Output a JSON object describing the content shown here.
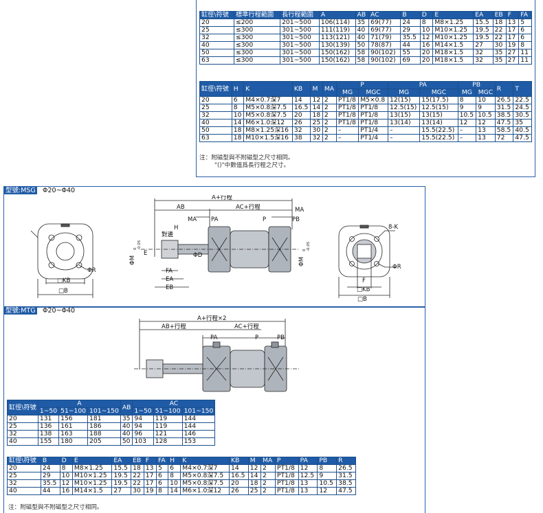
{
  "top_table1": {
    "headers": [
      "缸徑\\符號",
      "標準行程範圍",
      "長行程範圍",
      "A",
      "AB",
      "AC",
      "B",
      "D",
      "E",
      "EA",
      "EB",
      "F",
      "FA"
    ],
    "rows": [
      [
        "20",
        "≤200",
        "201~500",
        "106(114)",
        "35",
        "69(77)",
        "24",
        "8",
        "M8×1.25",
        "15.5",
        "18",
        "13",
        "5"
      ],
      [
        "25",
        "≤300",
        "301~500",
        "111(119)",
        "40",
        "69(77)",
        "29",
        "10",
        "M10×1.25",
        "19.5",
        "22",
        "17",
        "6"
      ],
      [
        "32",
        "≤300",
        "301~500",
        "113(121)",
        "40",
        "71(79)",
        "35.5",
        "12",
        "M10×1.25",
        "19.5",
        "22",
        "17",
        "6"
      ],
      [
        "40",
        "≤300",
        "301~500",
        "130(139)",
        "50",
        "78(87)",
        "44",
        "16",
        "M14×1.5",
        "27",
        "30",
        "19",
        "8"
      ],
      [
        "50",
        "≤300",
        "301~500",
        "150(162)",
        "58",
        "90(102)",
        "55",
        "20",
        "M18×1.5",
        "32",
        "35",
        "27",
        "11"
      ],
      [
        "63",
        "≤300",
        "301~500",
        "150(162)",
        "58",
        "90(102)",
        "69",
        "20",
        "M18×1.5",
        "32",
        "35",
        "27",
        "11"
      ]
    ]
  },
  "top_table2": {
    "headers_row1": [
      "缸徑\\符號",
      "H",
      "K",
      "KB",
      "M",
      "MA",
      "P",
      "PA",
      "PB",
      "R",
      "T"
    ],
    "headers_row2": [
      "MG",
      "MGC",
      "MG",
      "MGC",
      "MG",
      "MGC"
    ],
    "rows": [
      [
        "20",
        "6",
        "M4×0.7深7",
        "14",
        "12",
        "2",
        "PT1/8",
        "M5×0.8",
        "12(15)",
        "15(17.5)",
        "8",
        "10",
        "26.5",
        "22.5"
      ],
      [
        "25",
        "8",
        "M5×0.8深7.5",
        "16.5",
        "14",
        "2",
        "PT1/8",
        "PT1/8",
        "12.5(15)",
        "12.5(15)",
        "9",
        "9",
        "31.5",
        "24.5"
      ],
      [
        "32",
        "10",
        "M5×0.8深7.5",
        "20",
        "18",
        "2",
        "PT1/8",
        "PT1/8",
        "13(15)",
        "13(15)",
        "10.5",
        "10.5",
        "38.5",
        "30.5"
      ],
      [
        "40",
        "14",
        "M6×1.0深12",
        "26",
        "25",
        "2",
        "PT1/8",
        "PT1/8",
        "13(14)",
        "13(14)",
        "12",
        "12",
        "47.5",
        "35"
      ],
      [
        "50",
        "18",
        "M8×1.25深16",
        "32",
        "30",
        "2",
        "–",
        "PT1/4",
        "–",
        "15.5(22.5)",
        "–",
        "13",
        "58.5",
        "40.5"
      ],
      [
        "63",
        "18",
        "M10×1.5深16",
        "38",
        "32",
        "2",
        "–",
        "PT1/4",
        "–",
        "15.5(22.5)",
        "–",
        "13",
        "72",
        "47.5"
      ]
    ]
  },
  "top_note1": "注：附磁型與不附磁型之尺寸相同。",
  "top_note2": "\"()\"中數值爲長行程之尺寸。",
  "msg": {
    "tag": "型號:MSG",
    "range": "Φ20~Φ40",
    "dims": {
      "a_stroke": "A+行程",
      "ab": "AB",
      "ac_stroke": "AC+行程",
      "ma_left": "MA",
      "ma_right": "MA",
      "pa": "PA",
      "p": "P",
      "pb": "PB",
      "h": "H",
      "across": "對邊",
      "fa": "FA",
      "ea": "EA",
      "eb": "EB",
      "e": "E",
      "d": "ΦD",
      "m_left": "ΦM",
      "m_right": "ΦM",
      "tol": "-0.05",
      "tol0": "0",
      "kb_left": "□KB",
      "b_left": "□B",
      "r_left": "ΦR",
      "k8": "8-K",
      "r_right": "ΦR",
      "f": "F",
      "kb_right": "□KB",
      "b_right": "□B"
    }
  },
  "mtg": {
    "tag": "型號:MTG",
    "range": "Φ20~Φ40",
    "dims": {
      "a_stroke2": "A+行程×2",
      "ab_stroke": "AB+行程",
      "ac_stroke": "AC+行程",
      "pa": "PA",
      "p": "P",
      "pb": "PB"
    }
  },
  "mtg_table1": {
    "h1": [
      "缸徑\\符號",
      "A",
      "AB",
      "AC"
    ],
    "h2": [
      "1~50",
      "51~100",
      "101~150",
      "1~50",
      "51~100",
      "101~150"
    ],
    "rows": [
      [
        "20",
        "131",
        "156",
        "181",
        "35",
        "94",
        "119",
        "144"
      ],
      [
        "25",
        "136",
        "161",
        "186",
        "40",
        "94",
        "119",
        "144"
      ],
      [
        "32",
        "138",
        "163",
        "188",
        "40",
        "96",
        "121",
        "146"
      ],
      [
        "40",
        "155",
        "180",
        "205",
        "50",
        "103",
        "128",
        "153"
      ]
    ]
  },
  "mtg_table2": {
    "headers": [
      "缸徑\\符號",
      "B",
      "D",
      "E",
      "EA",
      "EB",
      "F",
      "FA",
      "H",
      "K",
      "KB",
      "M",
      "MA",
      "P",
      "PA",
      "PB",
      "R"
    ],
    "rows": [
      [
        "20",
        "24",
        "8",
        "M8×1.25",
        "15.5",
        "18",
        "13",
        "5",
        "6",
        "M4×0.7深7",
        "14",
        "12",
        "2",
        "PT1/8",
        "12",
        "8",
        "26.5"
      ],
      [
        "25",
        "29",
        "10",
        "M10×1.25",
        "19.5",
        "22",
        "17",
        "6",
        "8",
        "M5×0.8深7.5",
        "16.5",
        "14",
        "2",
        "PT1/8",
        "12.5",
        "9",
        "31.5"
      ],
      [
        "32",
        "35.5",
        "12",
        "M10×1.25",
        "19.5",
        "22",
        "17",
        "6",
        "10",
        "M5×0.8深7.5",
        "20",
        "18",
        "2",
        "PT1/8",
        "13",
        "10.5",
        "38.5"
      ],
      [
        "40",
        "44",
        "16",
        "M14×1.5",
        "27",
        "30",
        "19",
        "8",
        "14",
        "M6×1.0深12",
        "26",
        "25",
        "2",
        "PT1/8",
        "13",
        "12",
        "47.5"
      ]
    ]
  },
  "bottom_note": "注：附磁型與不附磁型之尺寸相同。",
  "colors": {
    "accent": "#1f5ba6",
    "border": "#2a5fa8"
  }
}
